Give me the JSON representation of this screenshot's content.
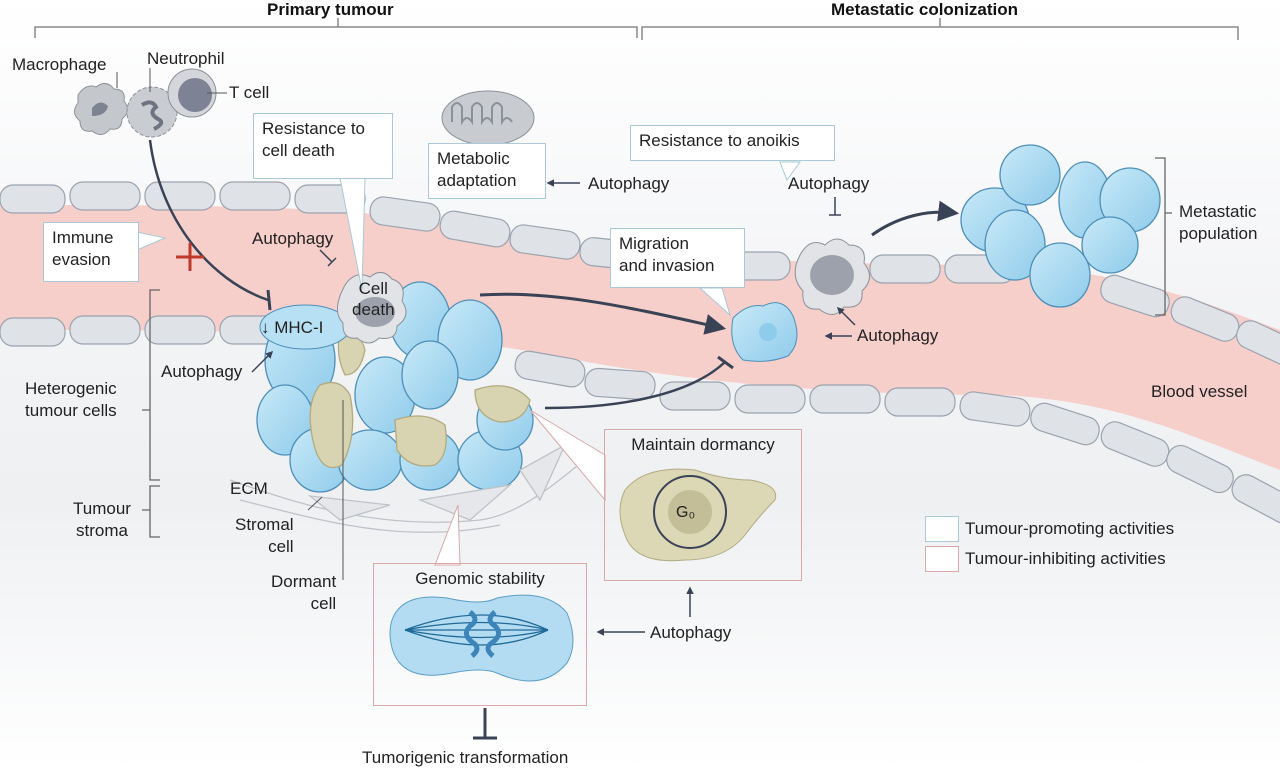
{
  "headers": {
    "primary": "Primary tumour",
    "metastatic": "Metastatic colonization"
  },
  "immune_cells": {
    "macrophage": "Macrophage",
    "neutrophil": "Neutrophil",
    "t_cell": "T cell"
  },
  "callouts": {
    "resistance_cell_death": [
      "Resistance to",
      "cell death"
    ],
    "metabolic_adaptation": [
      "Metabolic",
      "adaptation"
    ],
    "resistance_anoikis": "Resistance to anoikis",
    "immune_evasion": [
      "Immune",
      "evasion"
    ],
    "migration_invasion": [
      "Migration",
      "and invasion"
    ],
    "maintain_dormancy": "Maintain dormancy",
    "genomic_stability": "Genomic stability"
  },
  "labels": {
    "autophagy": "Autophagy",
    "cell_death": [
      "Cell",
      "death"
    ],
    "mhc": "↓ MHC-I",
    "heterogenic": [
      "Heterogenic",
      "tumour cells"
    ],
    "tumour_stroma": [
      "Tumour",
      "stroma"
    ],
    "ecm": "ECM",
    "stromal_cell": [
      "Stromal",
      "cell"
    ],
    "dormant_cell": [
      "Dormant",
      "cell"
    ],
    "metastatic_population": [
      "Metastatic",
      "population"
    ],
    "blood_vessel": "Blood vessel",
    "g0": "G₀",
    "tumorigenic": "Tumorigenic transformation"
  },
  "legend": [
    {
      "label": "Tumour-promoting activities",
      "color": "#a9c9d6"
    },
    {
      "label": "Tumour-inhibiting activities",
      "color": "#d9a8ab"
    }
  ],
  "colors": {
    "tumour_cell": "#a8d8f0",
    "dormant_cell": "#d8d3b0",
    "vessel_lumen": "#f6cfcb",
    "endothelial": "#dcdfe4",
    "arrow": "#3a4356",
    "cross": "#c0392b"
  }
}
